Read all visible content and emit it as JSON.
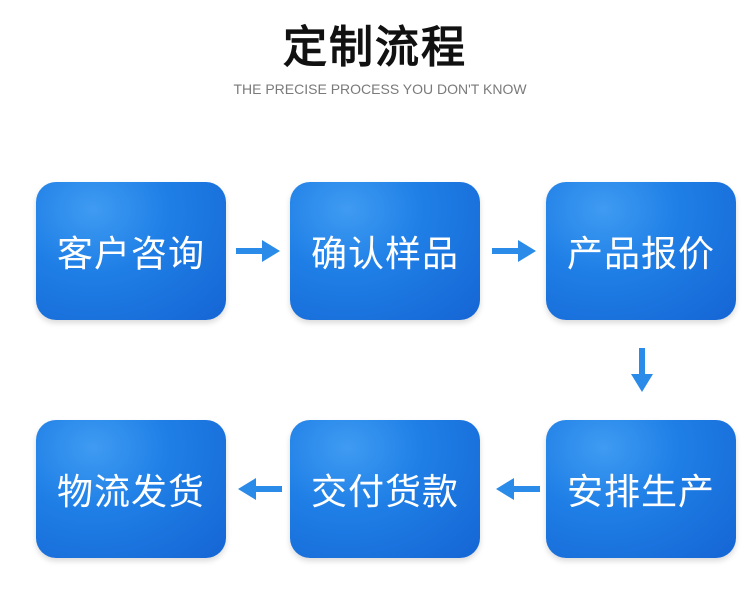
{
  "header": {
    "title": "定制流程",
    "subtitle": "THE PRECISE PROCESS YOU DON'T KNOW"
  },
  "steps": [
    {
      "label": "客户咨询"
    },
    {
      "label": "确认样品"
    },
    {
      "label": "产品报价"
    },
    {
      "label": "安排生产"
    },
    {
      "label": "交付货款"
    },
    {
      "label": "物流发货"
    }
  ],
  "colors": {
    "box": "#1f7fe6",
    "arrow": "#2a8be8",
    "title": "#111111",
    "subtitle": "#7a7a7a"
  }
}
